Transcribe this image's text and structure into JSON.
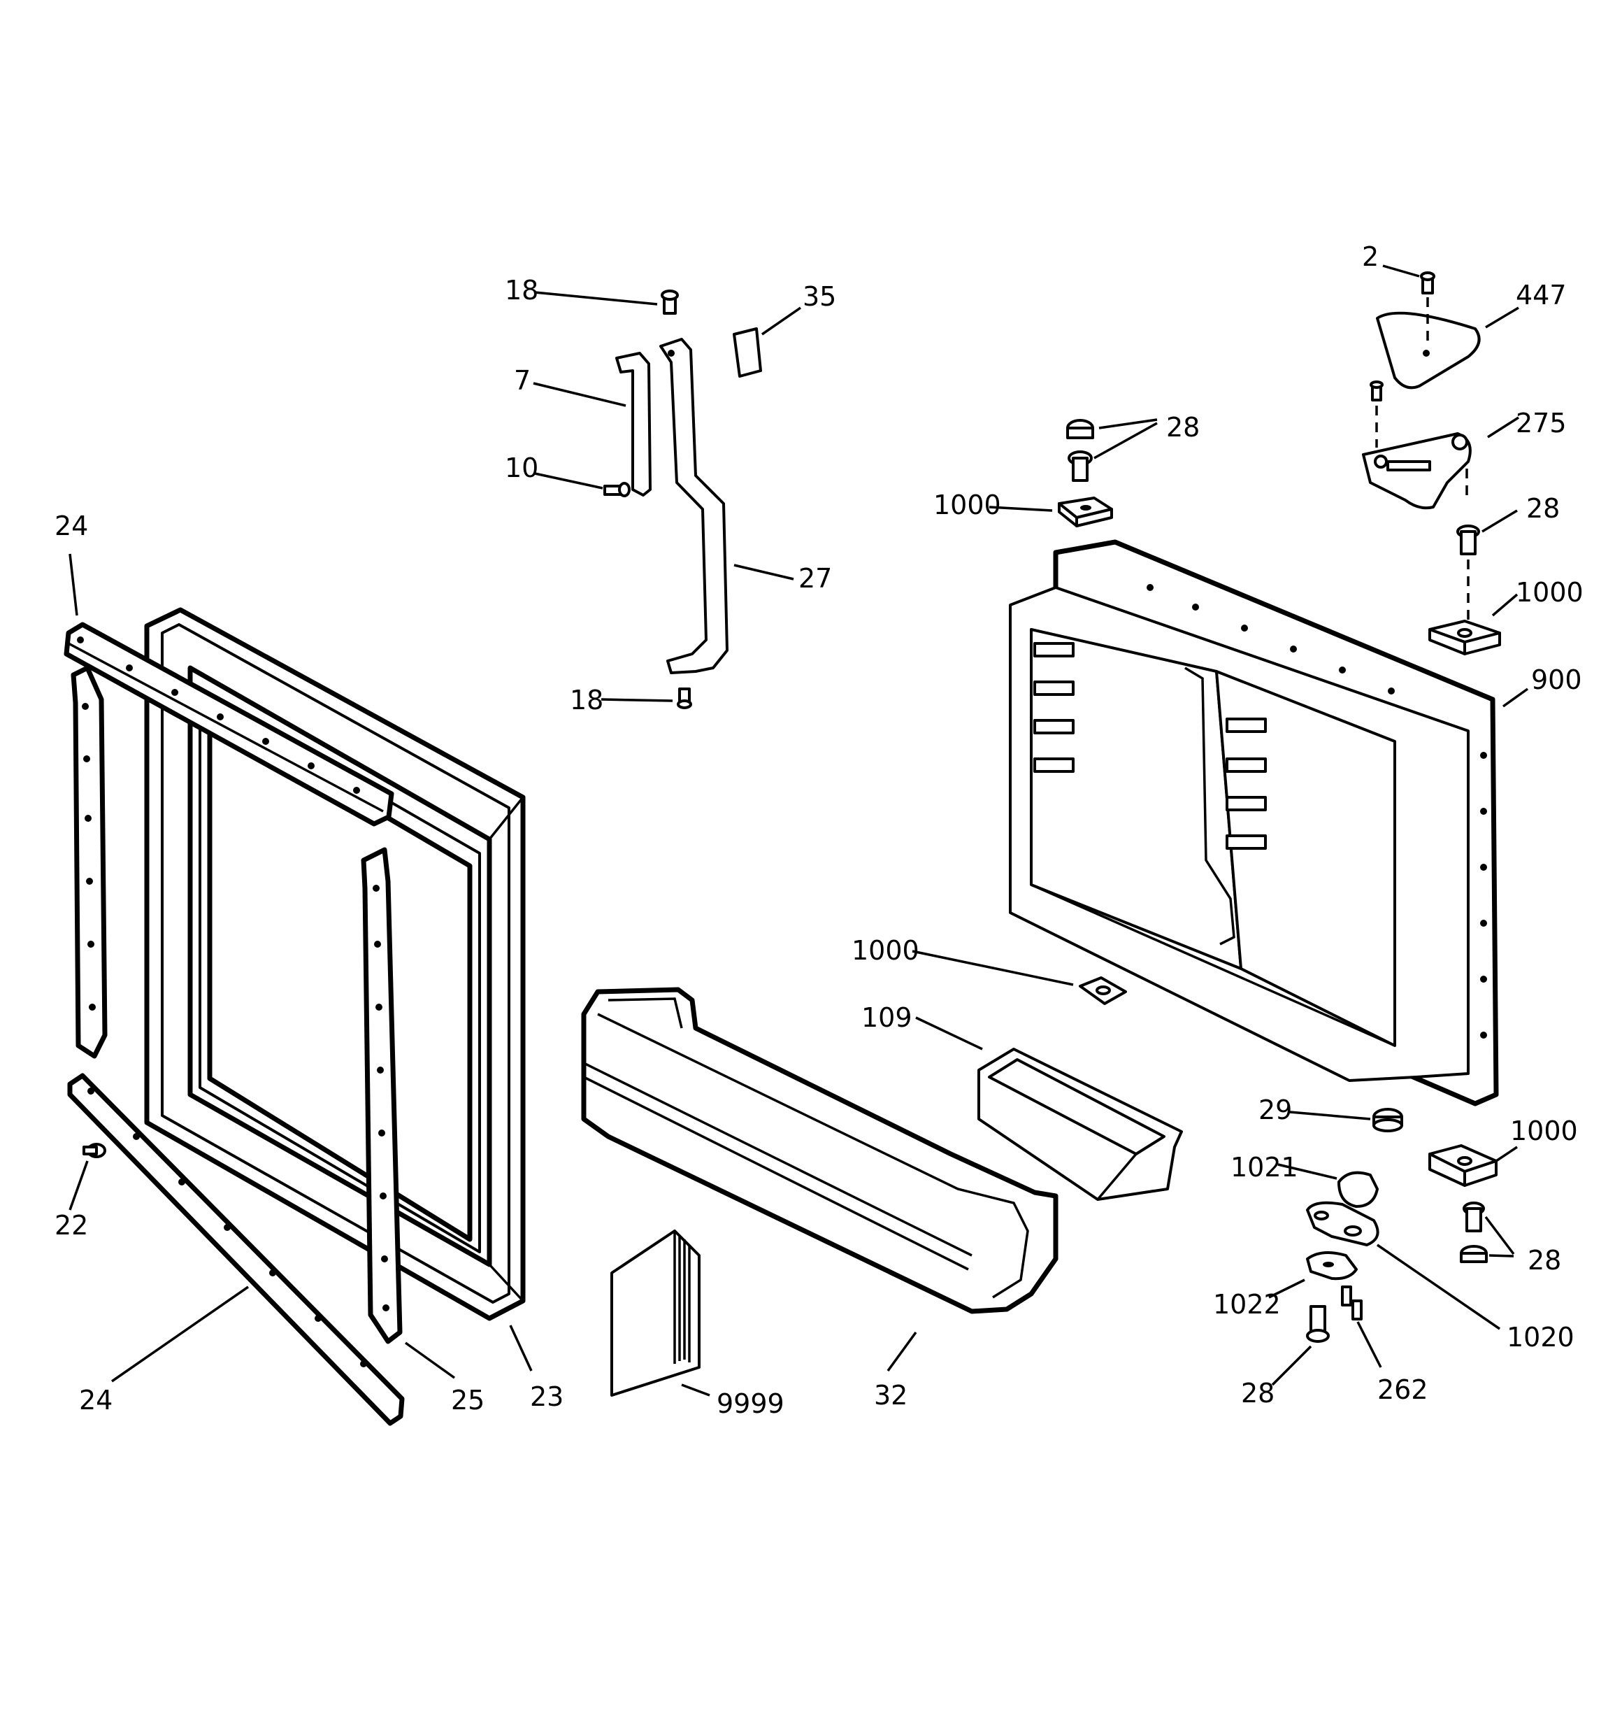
{
  "diagram": {
    "callouts": [
      {
        "id": "c-18-top",
        "label": "18"
      },
      {
        "id": "c-35",
        "label": "35"
      },
      {
        "id": "c-7",
        "label": "7"
      },
      {
        "id": "c-10",
        "label": "10"
      },
      {
        "id": "c-27",
        "label": "27"
      },
      {
        "id": "c-18-bottom",
        "label": "18"
      },
      {
        "id": "c-24-top",
        "label": "24"
      },
      {
        "id": "c-22",
        "label": "22"
      },
      {
        "id": "c-24-bottom",
        "label": "24"
      },
      {
        "id": "c-25",
        "label": "25"
      },
      {
        "id": "c-23",
        "label": "23"
      },
      {
        "id": "c-9999",
        "label": "9999"
      },
      {
        "id": "c-32",
        "label": "32"
      },
      {
        "id": "c-2",
        "label": "2"
      },
      {
        "id": "c-447",
        "label": "447"
      },
      {
        "id": "c-28-a",
        "label": "28"
      },
      {
        "id": "c-275",
        "label": "275"
      },
      {
        "id": "c-1000-a",
        "label": "1000"
      },
      {
        "id": "c-28-b",
        "label": "28"
      },
      {
        "id": "c-1000-b",
        "label": "1000"
      },
      {
        "id": "c-900",
        "label": "900"
      },
      {
        "id": "c-1000-c",
        "label": "1000"
      },
      {
        "id": "c-109",
        "label": "109"
      },
      {
        "id": "c-29",
        "label": "29"
      },
      {
        "id": "c-1000-d",
        "label": "1000"
      },
      {
        "id": "c-1021",
        "label": "1021"
      },
      {
        "id": "c-28-c",
        "label": "28"
      },
      {
        "id": "c-1022",
        "label": "1022"
      },
      {
        "id": "c-1020",
        "label": "1020"
      },
      {
        "id": "c-28-d",
        "label": "28"
      },
      {
        "id": "c-262",
        "label": "262"
      }
    ]
  }
}
